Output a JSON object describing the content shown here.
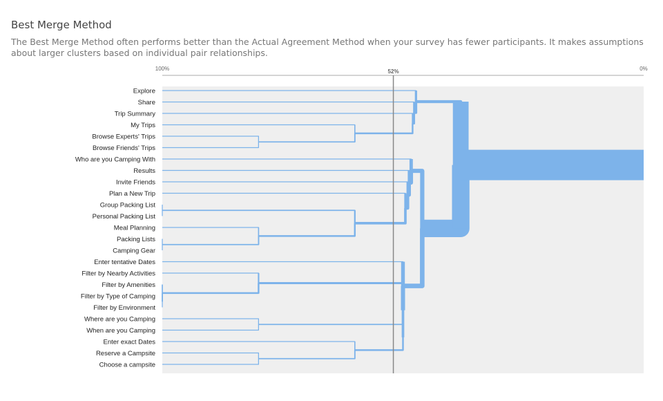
{
  "header": {
    "title": "Best Merge Method",
    "description": "The Best Merge Method often performs better than the Actual Agreement Method when your survey has fewer participants. It makes assumptions about larger clusters based on individual pair relationships."
  },
  "chart_data": {
    "type": "dendrogram",
    "axis": {
      "start_label": "100%",
      "marker_label": "52%",
      "end_label": "0%",
      "range": [
        100,
        0
      ],
      "marker_value": 52
    },
    "colors": {
      "link": "#7db3ea",
      "background": "#efefef",
      "marker_line": "#888888"
    },
    "leaves": [
      "Explore",
      "Share",
      "Trip Summary",
      "My Trips",
      "Browse Experts' Trips",
      "Browse Friends' Trips",
      "Who are you Camping With",
      "Results",
      "Invite Friends",
      "Plan a New Trip",
      "Group Packing List",
      "Personal Packing List",
      "Meal Planning",
      "Packing Lists",
      "Camping Gear",
      "Enter tentative Dates",
      "Filter by Nearby Activities",
      "Filter by Amenities",
      "Filter by Type of Camping",
      "Filter by Environment",
      "Where are you Camping",
      "When are you Camping",
      "Enter exact Dates",
      "Reserve a Campsite",
      "Choose a campsite"
    ],
    "merges": [
      {
        "a": "L4",
        "b": "L5",
        "value": 80,
        "id": "n1"
      },
      {
        "a": "L3",
        "b": "n1",
        "value": 60,
        "id": "n2"
      },
      {
        "a": "L13",
        "b": "L14",
        "value": 100,
        "id": "n3"
      },
      {
        "a": "L12",
        "b": "n3",
        "value": 80,
        "id": "n4"
      },
      {
        "a": "L10",
        "b": "L11",
        "value": 100,
        "id": "n5"
      },
      {
        "a": "n5",
        "b": "n4",
        "value": 60,
        "id": "n6"
      },
      {
        "a": "L18",
        "b": "L19",
        "value": 100,
        "id": "n7"
      },
      {
        "a": "L17",
        "b": "n7",
        "value": 100,
        "id": "n8"
      },
      {
        "a": "L16",
        "b": "n8",
        "value": 80,
        "id": "n9"
      },
      {
        "a": "L20",
        "b": "L21",
        "value": 80,
        "id": "n10"
      },
      {
        "a": "L23",
        "b": "L24",
        "value": 80,
        "id": "n11"
      },
      {
        "a": "L22",
        "b": "n11",
        "value": 60,
        "id": "n12"
      },
      {
        "a": "n10",
        "b": "n12",
        "value": 50,
        "id": "n13"
      },
      {
        "a": "n9",
        "b": "n13",
        "value": 50,
        "id": "n14"
      },
      {
        "a": "L15",
        "b": "n14",
        "value": 50,
        "id": "n15"
      },
      {
        "a": "L9",
        "b": "n6",
        "value": 49.5,
        "id": "n16"
      },
      {
        "a": "L8",
        "b": "n16",
        "value": 49,
        "id": "n17"
      },
      {
        "a": "L7",
        "b": "n17",
        "value": 48.7,
        "id": "n18"
      },
      {
        "a": "L6",
        "b": "n18",
        "value": 48.3,
        "id": "n19"
      },
      {
        "a": "n2",
        "b": "L2",
        "value": 48,
        "id": "n20"
      },
      {
        "a": "L1",
        "b": "n20",
        "value": 47.7,
        "id": "n21"
      },
      {
        "a": "L0",
        "b": "n21",
        "value": 47.3,
        "id": "n22"
      },
      {
        "a": "n19",
        "b": "n15",
        "value": 46,
        "id": "n23"
      },
      {
        "a": "n22",
        "b": "n23",
        "value": 38,
        "id": "n24"
      },
      {
        "a": "n24",
        "b": "n24",
        "value": 0,
        "id": "root"
      }
    ]
  }
}
